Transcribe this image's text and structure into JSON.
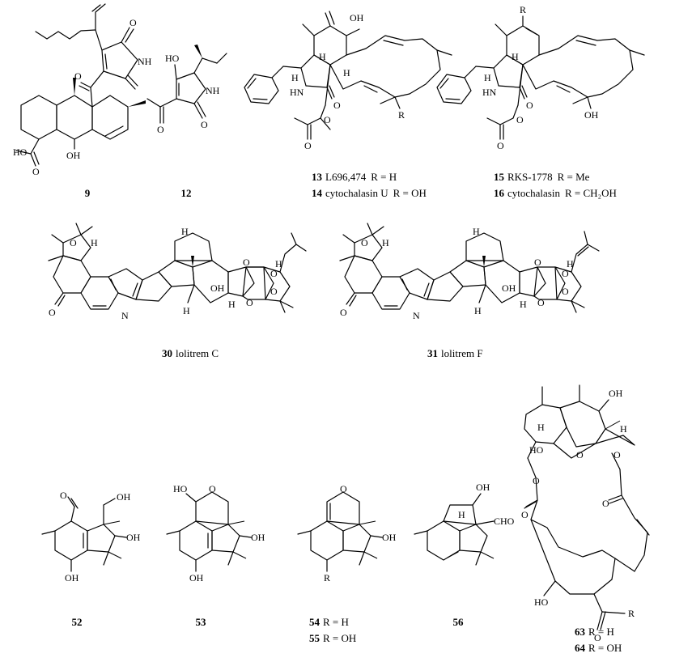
{
  "figure": {
    "compounds": [
      {
        "id": "c9",
        "number": "9",
        "name": "",
        "atoms": [
          "HO",
          "O",
          "OH",
          "O",
          "O",
          "NH"
        ]
      },
      {
        "id": "c12",
        "number": "12",
        "name": "",
        "atoms": [
          "HO",
          "O",
          "O",
          "NH"
        ]
      },
      {
        "id": "c13",
        "number": "13",
        "name": "L696,474",
        "r_eq": "R = H",
        "atoms": [
          "OH",
          "H",
          "H",
          "HN",
          "O",
          "H",
          "O",
          "O",
          "R"
        ]
      },
      {
        "id": "c14",
        "number": "14",
        "name": "cytochalasin U",
        "r_eq": "R = OH"
      },
      {
        "id": "c15",
        "number": "15",
        "name": "RKS-1778",
        "r_eq": "R = Me",
        "atoms": [
          "R",
          "H",
          "H",
          "HN",
          "O",
          "O",
          "OH",
          "O"
        ]
      },
      {
        "id": "c16",
        "number": "16",
        "name": "cytochalasin",
        "r_eq": "R = CH₂OH"
      },
      {
        "id": "c30",
        "number": "30",
        "name": "lolitrem C",
        "atoms": [
          "O",
          "H",
          "O",
          "N",
          "H",
          "H",
          "OH",
          "O",
          "O",
          "O",
          "H",
          "H",
          "O"
        ]
      },
      {
        "id": "c31",
        "number": "31",
        "name": "lolitrem F",
        "atoms": [
          "O",
          "H",
          "O",
          "N",
          "H",
          "H",
          "OH",
          "O",
          "O",
          "O",
          "H",
          "H",
          "O"
        ]
      },
      {
        "id": "c52",
        "number": "52",
        "name": "",
        "atoms": [
          "O",
          "OH",
          "OH",
          "OH"
        ]
      },
      {
        "id": "c53",
        "number": "53",
        "name": "",
        "atoms": [
          "HO",
          "O",
          "OH",
          "OH"
        ]
      },
      {
        "id": "c54",
        "number": "54",
        "name": "",
        "r_eq": "R = H",
        "atoms": [
          "O",
          "OH",
          "R"
        ]
      },
      {
        "id": "c55",
        "number": "55",
        "name": "",
        "r_eq": "R = OH"
      },
      {
        "id": "c56",
        "number": "56",
        "name": "",
        "atoms": [
          "OH",
          "H",
          "CHO"
        ]
      },
      {
        "id": "c63",
        "number": "63",
        "name": "",
        "r_eq": "R = H",
        "atoms": [
          "OH",
          "HO",
          "H",
          "H",
          "O",
          "O",
          "O",
          "O",
          "O",
          "HO",
          "O",
          "R"
        ]
      },
      {
        "id": "c64",
        "number": "64",
        "name": "",
        "r_eq": "R = OH"
      }
    ]
  }
}
